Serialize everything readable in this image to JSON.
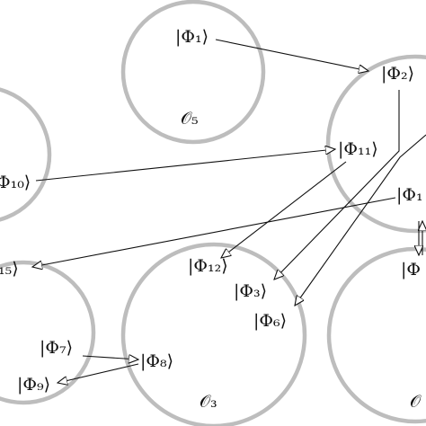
{
  "states": {
    "s1": "|Φ₁⟩",
    "s2": "|Φ₂⟩",
    "s3": "|Φ₃⟩",
    "s6": "|Φ₆⟩",
    "s7": "|Φ₇⟩",
    "s8": "|Φ₈⟩",
    "s9": "|Φ₉⟩",
    "s10": "Φ₁₀⟩",
    "s11": "|Φ₁₁⟩",
    "s12": "|Φ₁₂⟩",
    "s15": "₁₅⟩",
    "s1x": "|Φ₁",
    "s1y": "|Φ"
  },
  "orbits": {
    "o5": "𝒪₅",
    "o3": "𝒪₃",
    "oc": "𝒪"
  },
  "colors": {
    "circle": "#bdbdbd",
    "arrow": "#111111"
  }
}
